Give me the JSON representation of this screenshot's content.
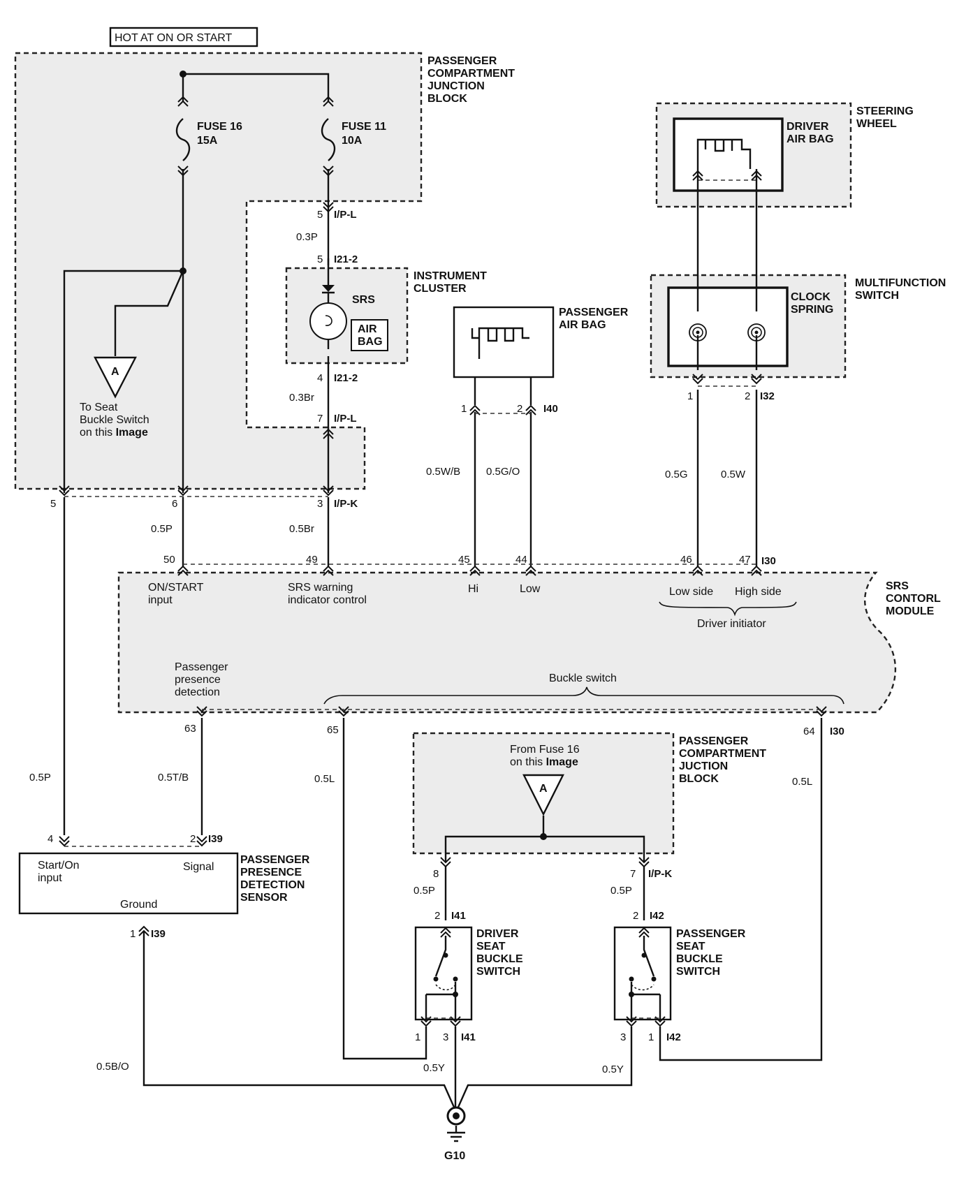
{
  "hot_label": "HOT AT ON OR START",
  "components": {
    "pcjb_top": "PASSENGER|COMPARTMENT|JUNCTION|BLOCK",
    "fuse16": {
      "name": "FUSE 16",
      "rating": "15A"
    },
    "fuse11": {
      "name": "FUSE 11",
      "rating": "10A"
    },
    "instrument_cluster": "INSTRUMENT|CLUSTER",
    "srs_lamp": "SRS",
    "airbag_badge": "AIR|BAG",
    "passenger_airbag": "PASSENGER|AIR BAG",
    "steering_wheel": "STEERING|WHEEL",
    "driver_airbag": "DRIVER|AIR BAG",
    "multifunction_switch": "MULTIFUNCTION|SWITCH",
    "clock_spring": "CLOCK|SPRING",
    "srs_module": "SRS|CONTORL|MODULE",
    "pcjb_bottom": "PASSENGER|COMPARTMENT|JUCTION|BLOCK",
    "ppd_sensor": "PASSENGER|PRESENCE|DETECTION|SENSOR",
    "driver_buckle": "DRIVER|SEAT|BUCKLE|SWITCH",
    "passenger_buckle": "PASSENGER|SEAT|BUCKLE|SWITCH",
    "ground": "G10"
  },
  "references": {
    "to_seat_buckle": "To Seat|Buckle Switch|on this Image",
    "from_fuse16": "From Fuse 16|on this Image",
    "ref_letter": "A"
  },
  "module_pins": {
    "on_start": "ON/START|input",
    "srs_warning": "SRS warning|indicator control",
    "hi": "Hi",
    "low": "Low",
    "low_side": "Low side",
    "high_side": "High side",
    "driver_initiator": "Driver initiator",
    "passenger_presence": "Passenger|presence|detection",
    "buckle_switch": "Buckle switch"
  },
  "sensor_pins": {
    "start_on": "Start/On|input",
    "signal": "Signal",
    "ground": "Ground"
  },
  "connectors": {
    "ip_l": "I/P-L",
    "i21_2": "I21-2",
    "ip_k": "I/P-K",
    "i40": "I40",
    "i32": "I32",
    "i30": "I30",
    "i39": "I39",
    "i41": "I41",
    "i42": "I42"
  },
  "pins": {
    "p5": "5",
    "p4": "4",
    "p7": "7",
    "p3": "3",
    "p6": "6",
    "p1": "1",
    "p2": "2",
    "p8": "8",
    "p50": "50",
    "p49": "49",
    "p45": "45",
    "p44": "44",
    "p46": "46",
    "p47": "47",
    "p63": "63",
    "p65": "65",
    "p64": "64"
  },
  "wires": {
    "w03p": "0.3P",
    "w03br": "0.3Br",
    "w05p": "0.5P",
    "w05br": "0.5Br",
    "w05wb": "0.5W/B",
    "w05go": "0.5G/O",
    "w05g": "0.5G",
    "w05w": "0.5W",
    "w05tb": "0.5T/B",
    "w05l": "0.5L",
    "w05bo": "0.5B/O",
    "w05y": "0.5Y"
  }
}
